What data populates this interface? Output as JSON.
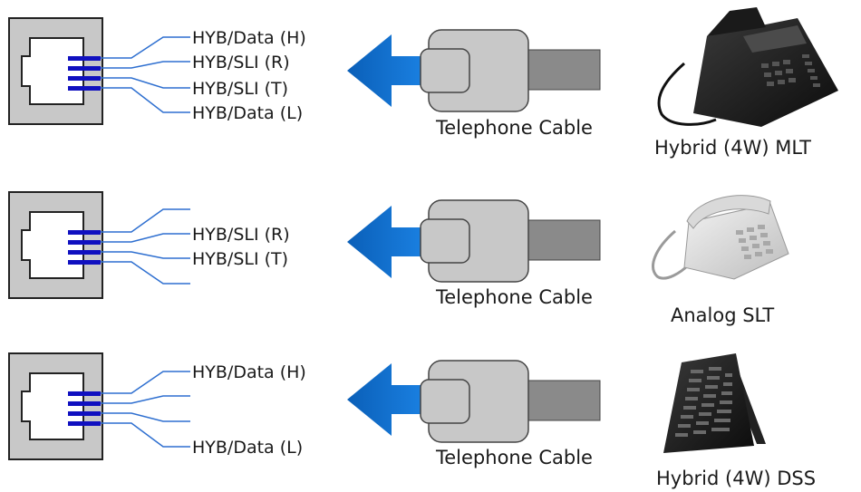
{
  "rows": [
    {
      "pin_labels": [
        "HYB/Data (H)",
        "HYB/SLI (R)",
        "HYB/SLI (T)",
        "HYB/Data (L)"
      ],
      "cable_label": "Telephone Cable",
      "device_label": "Hybrid (4W) MLT",
      "device_icon": "multiline-telephone-icon"
    },
    {
      "pin_labels": [
        "",
        "HYB/SLI (R)",
        "HYB/SLI (T)",
        ""
      ],
      "cable_label": "Telephone Cable",
      "device_label": "Analog SLT",
      "device_icon": "analog-telephone-icon"
    },
    {
      "pin_labels": [
        "HYB/Data (H)",
        "",
        "",
        "HYB/Data (L)"
      ],
      "cable_label": "Telephone Cable",
      "device_label": "Hybrid (4W) DSS",
      "device_icon": "dss-console-icon"
    }
  ],
  "colors": {
    "wire": "#2e6fd0",
    "pin": "#1010c0",
    "arrow": "#0a6ac8",
    "jack_face": "#c8c8c8",
    "plug": "#c8c8c8",
    "cable": "#8a8a8a"
  }
}
